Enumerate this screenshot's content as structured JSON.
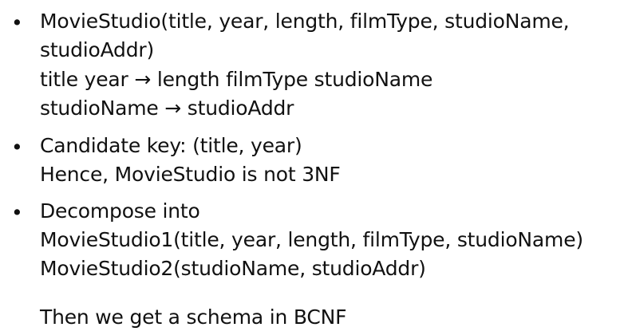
{
  "bullets": [
    {
      "lines": [
        "MovieStudio(title, year, length, filmType, studioName,",
        "studioAddr)",
        "title year → length filmType studioName",
        "studioName → studioAddr"
      ]
    },
    {
      "lines": [
        "Candidate key: (title, year)",
        "Hence, MovieStudio is not 3NF"
      ]
    },
    {
      "lines": [
        "Decompose into",
        "MovieStudio1(title, year, length, filmType, studioName)",
        "MovieStudio2(studioName, studioAddr)",
        "",
        "Then we get a schema in BCNF"
      ]
    }
  ]
}
